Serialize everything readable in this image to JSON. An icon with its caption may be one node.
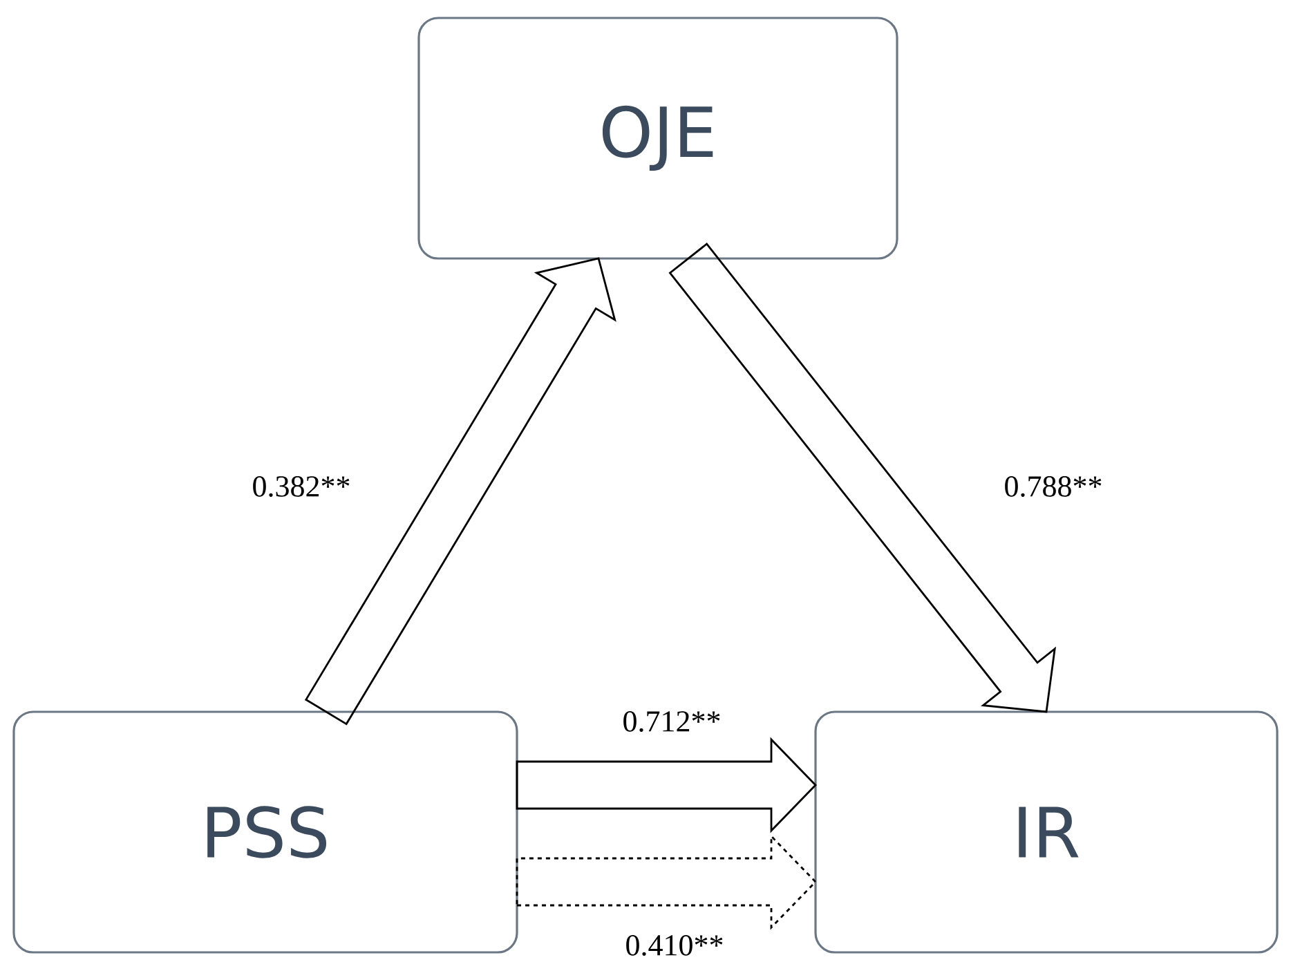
{
  "diagram": {
    "nodes": [
      {
        "text": [
          "OJE"
        ]
      },
      {
        "text": [
          "PSS"
        ]
      },
      {
        "text": [
          "IR"
        ]
      }
    ],
    "edges": [
      {
        "from": 1,
        "to": 0,
        "arrow": "to",
        "label": "0.382**"
      },
      {
        "from": 0,
        "to": 2,
        "arrow": "to",
        "label": "0.788**"
      },
      {
        "from": 1,
        "to": 2,
        "arrow": "to",
        "label": "0.712**"
      },
      {
        "from": 1,
        "to": 2,
        "arrow": "to",
        "label": "0.410**",
        "style": "dashed"
      }
    ]
  }
}
